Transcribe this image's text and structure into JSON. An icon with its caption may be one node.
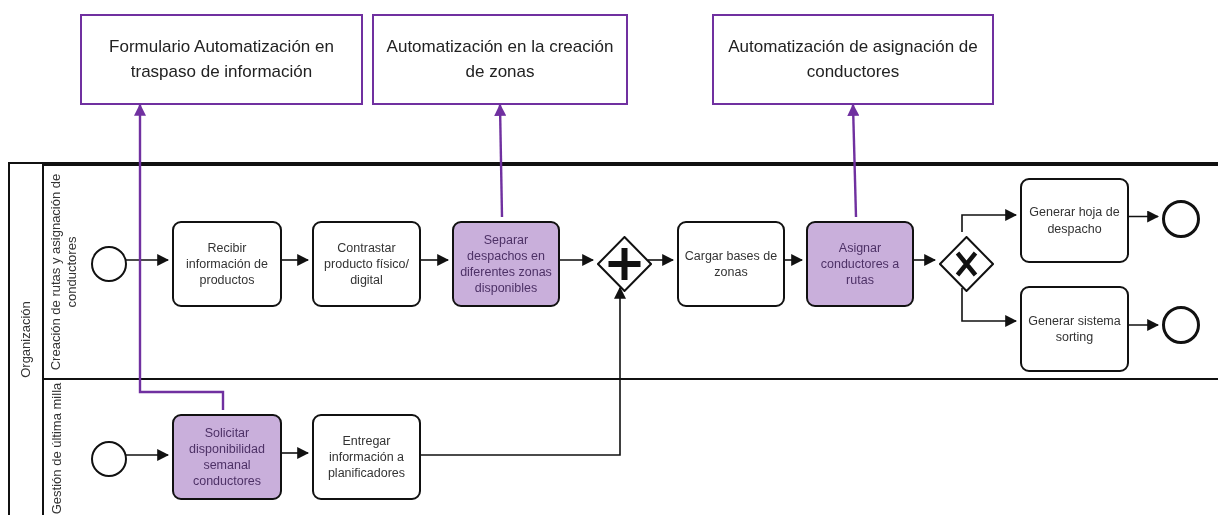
{
  "diagram": {
    "nodes": [
      {
        "text": [
          "Organización"
        ]
      },
      {
        "text": [
          "Creación de rutas y asignación de conductores"
        ],
        "in": 0
      },
      {
        "text": [
          "Gestión de última milla"
        ],
        "in": 0
      },
      {
        "text": [],
        "shape": "circle",
        "in": 1
      },
      {
        "text": [
          "Recibir información de productos"
        ],
        "in": 1
      },
      {
        "text": [
          "Contrastar producto físico/ digital"
        ],
        "in": 1
      },
      {
        "text": [
          "Separar despachos en diferentes zonas disponibles"
        ],
        "in": 1
      },
      {
        "text": [],
        "shape": "diamond",
        "in": 1
      },
      {
        "text": [
          "Cargar bases de zonas"
        ],
        "in": 1
      },
      {
        "text": [
          "Asignar conductores a rutas"
        ],
        "in": 1
      },
      {
        "text": [],
        "shape": "diamond",
        "in": 1
      },
      {
        "text": [
          "Generar hoja de despacho"
        ],
        "in": 1
      },
      {
        "text": [],
        "shape": "circle",
        "in": 1
      },
      {
        "text": [
          "Generar sistema sorting"
        ],
        "in": 1
      },
      {
        "text": [],
        "shape": "circle",
        "in": 1
      },
      {
        "text": [],
        "shape": "circle",
        "in": 2
      },
      {
        "text": [
          "Solicitar disponibilidad semanal conductores"
        ],
        "in": 2
      },
      {
        "text": [
          "Entregar información a planificadores"
        ],
        "in": 2
      },
      {
        "text": [
          "Formulario Automatización en traspaso de información"
        ]
      },
      {
        "text": [
          "Automatización en la creación de zonas"
        ]
      },
      {
        "text": [
          "Automatización de asignación de conductores"
        ]
      }
    ],
    "edges": [
      {
        "from": 3,
        "to": 4,
        "arrow": "to"
      },
      {
        "from": 4,
        "to": 5,
        "arrow": "to"
      },
      {
        "from": 5,
        "to": 6,
        "arrow": "to"
      },
      {
        "from": 6,
        "to": 7,
        "arrow": "to"
      },
      {
        "from": 7,
        "to": 8,
        "arrow": "to"
      },
      {
        "from": 8,
        "to": 9,
        "arrow": "to"
      },
      {
        "from": 9,
        "to": 10,
        "arrow": "to"
      },
      {
        "from": 10,
        "to": 11,
        "arrow": "to"
      },
      {
        "from": 10,
        "to": 13,
        "arrow": "to"
      },
      {
        "from": 11,
        "to": 12,
        "arrow": "to"
      },
      {
        "from": 13,
        "to": 14,
        "arrow": "to"
      },
      {
        "from": 15,
        "to": 16,
        "arrow": "to"
      },
      {
        "from": 16,
        "to": 17,
        "arrow": "to"
      },
      {
        "from": 17,
        "to": 7,
        "arrow": "to"
      },
      {
        "from": 16,
        "to": 18,
        "arrow": "to",
        "color": "#7030a0"
      },
      {
        "from": 6,
        "to": 19,
        "arrow": "to",
        "color": "#7030a0"
      },
      {
        "from": 9,
        "to": 20,
        "arrow": "to",
        "color": "#7030a0"
      }
    ]
  }
}
